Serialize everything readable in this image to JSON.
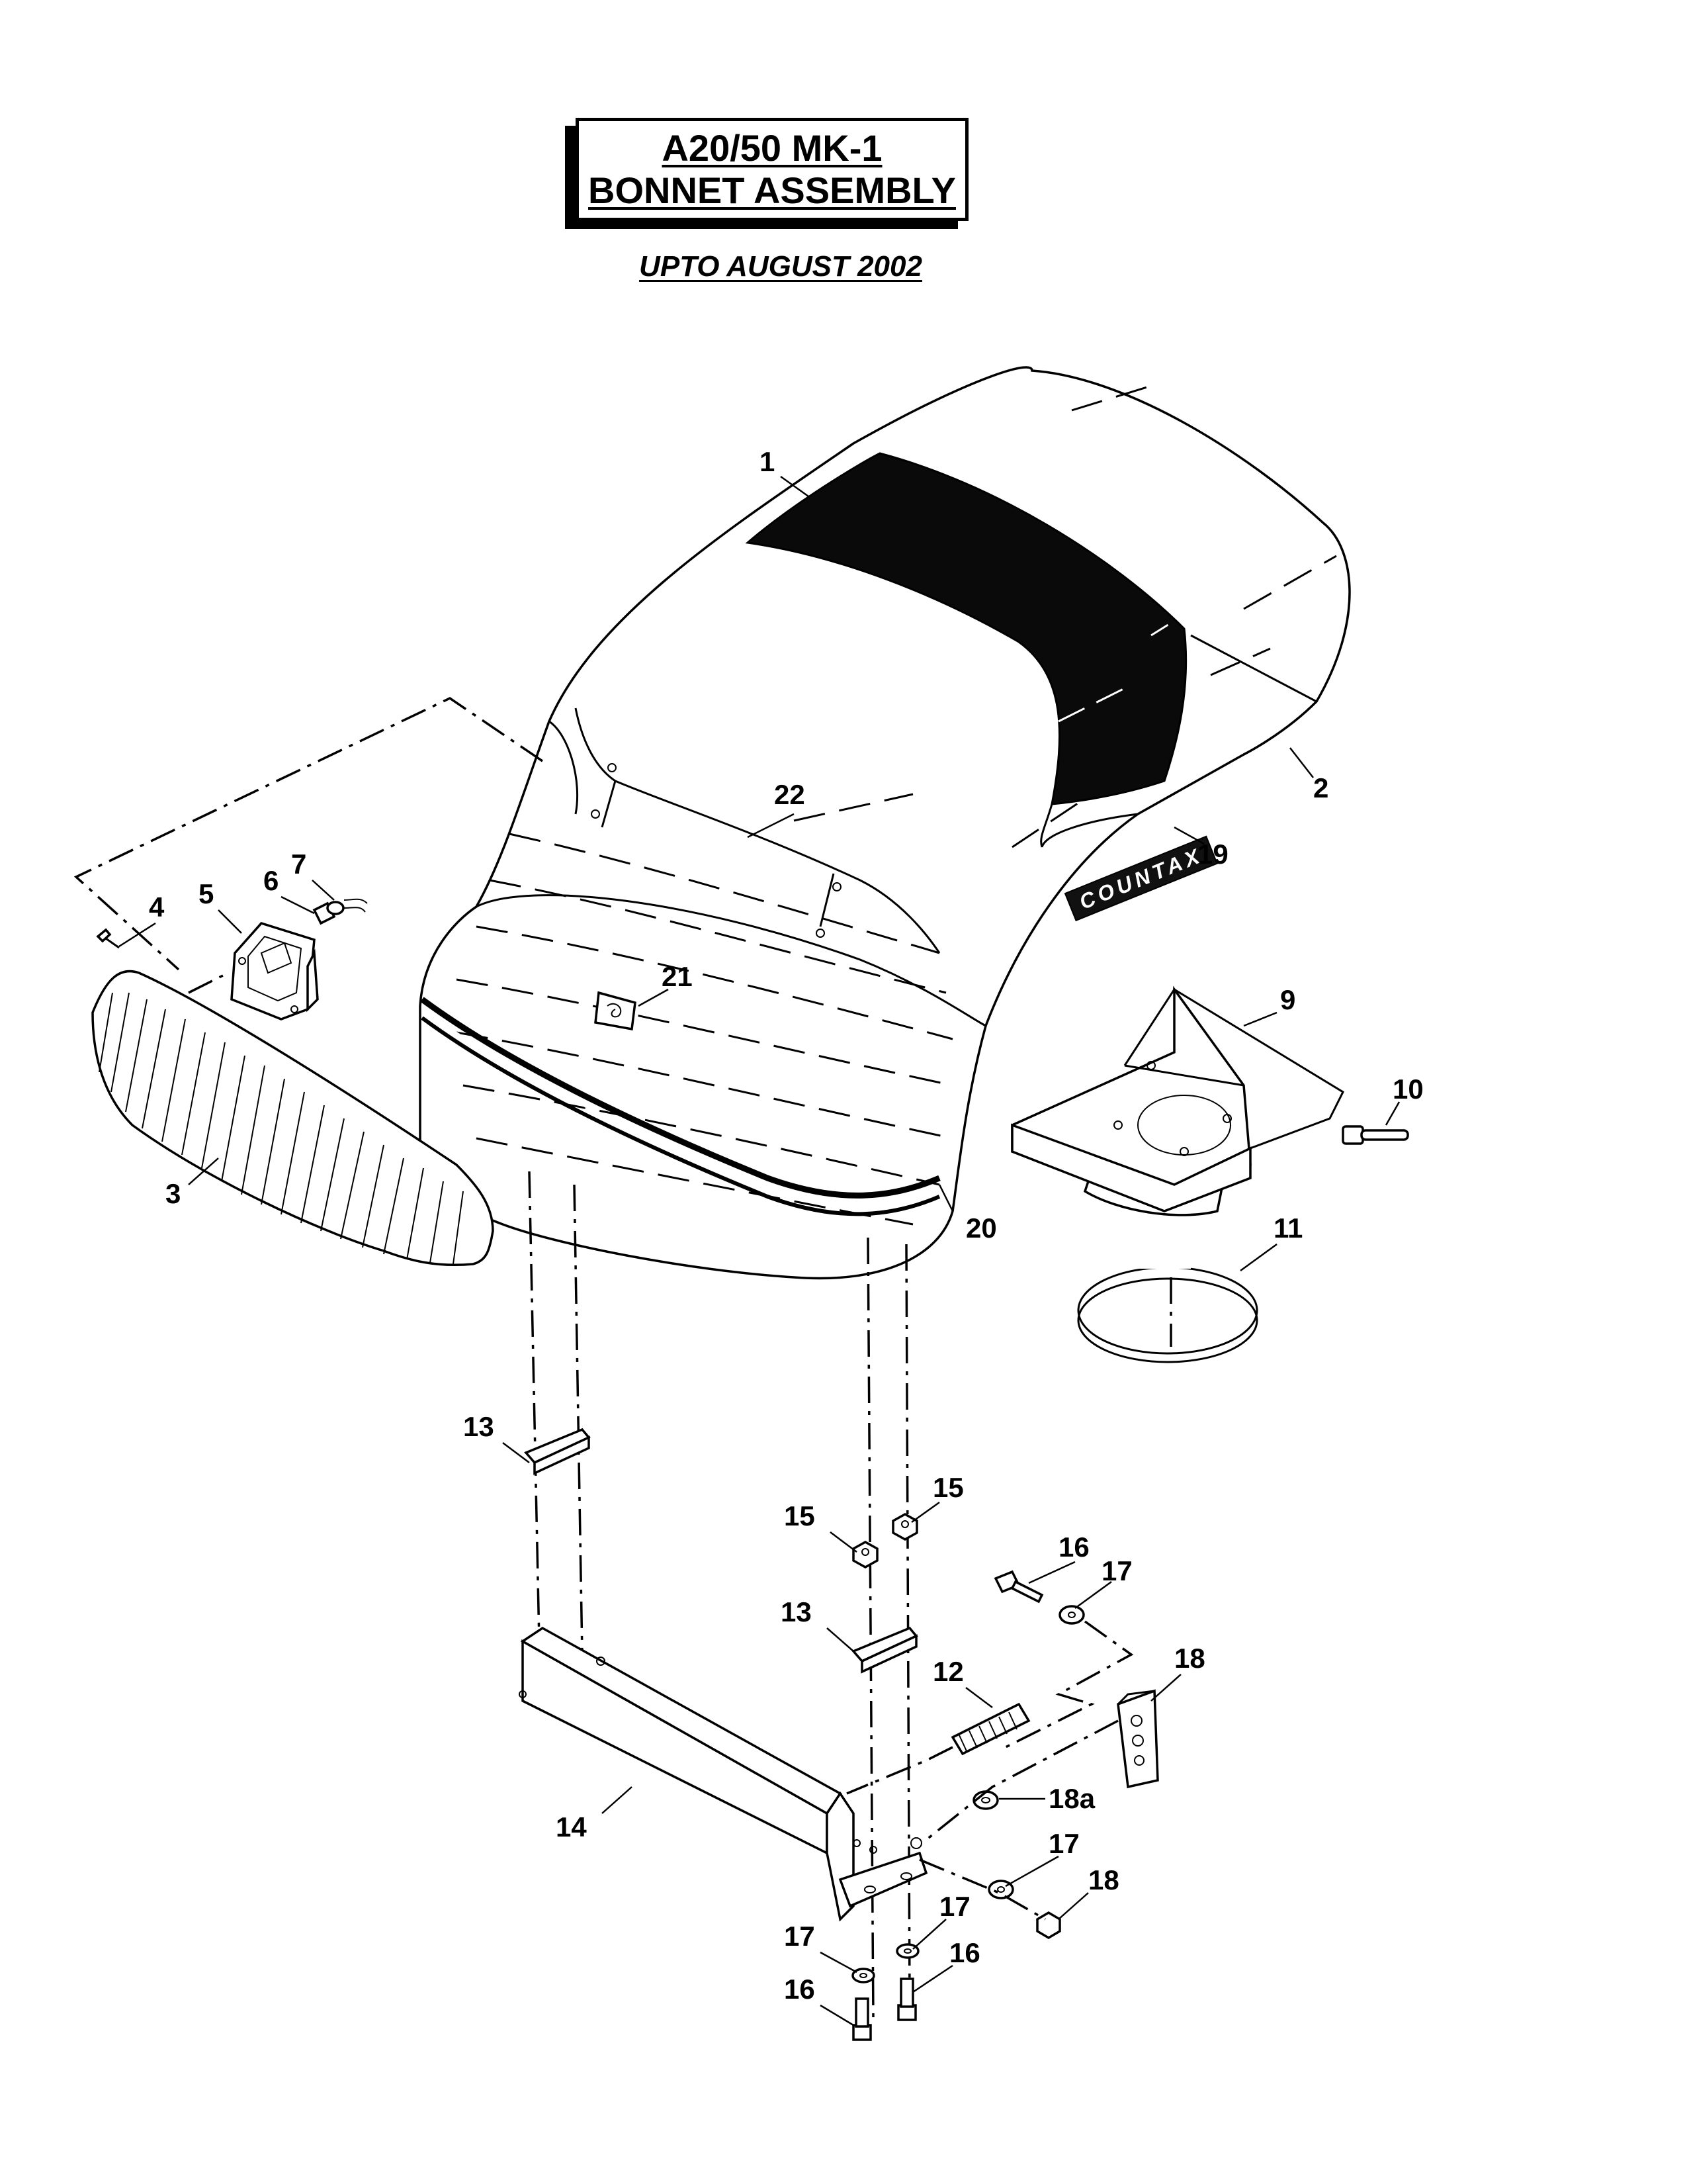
{
  "title": {
    "line1": "A20/50 MK-1",
    "line2": "BONNET ASSEMBLY",
    "subtitle": "UPTO AUGUST 2002"
  },
  "decal_text": "COUNTAX",
  "part_labels": {
    "p1": "1",
    "p2": "2",
    "p3": "3",
    "p4": "4",
    "p5": "5",
    "p6": "6",
    "p7": "7",
    "p9": "9",
    "p10": "10",
    "p11": "11",
    "p12": "12",
    "p13a": "13",
    "p13b": "13",
    "p14": "14",
    "p15a": "15",
    "p15b": "15",
    "p16a": "16",
    "p16b": "16",
    "p16c": "16",
    "p17a": "17",
    "p17b": "17",
    "p17c": "17",
    "p17d": "17",
    "p18": "18",
    "p18b": "18",
    "p18a": "18a",
    "p19": "19",
    "p20": "20",
    "p21": "21",
    "p22": "22"
  }
}
